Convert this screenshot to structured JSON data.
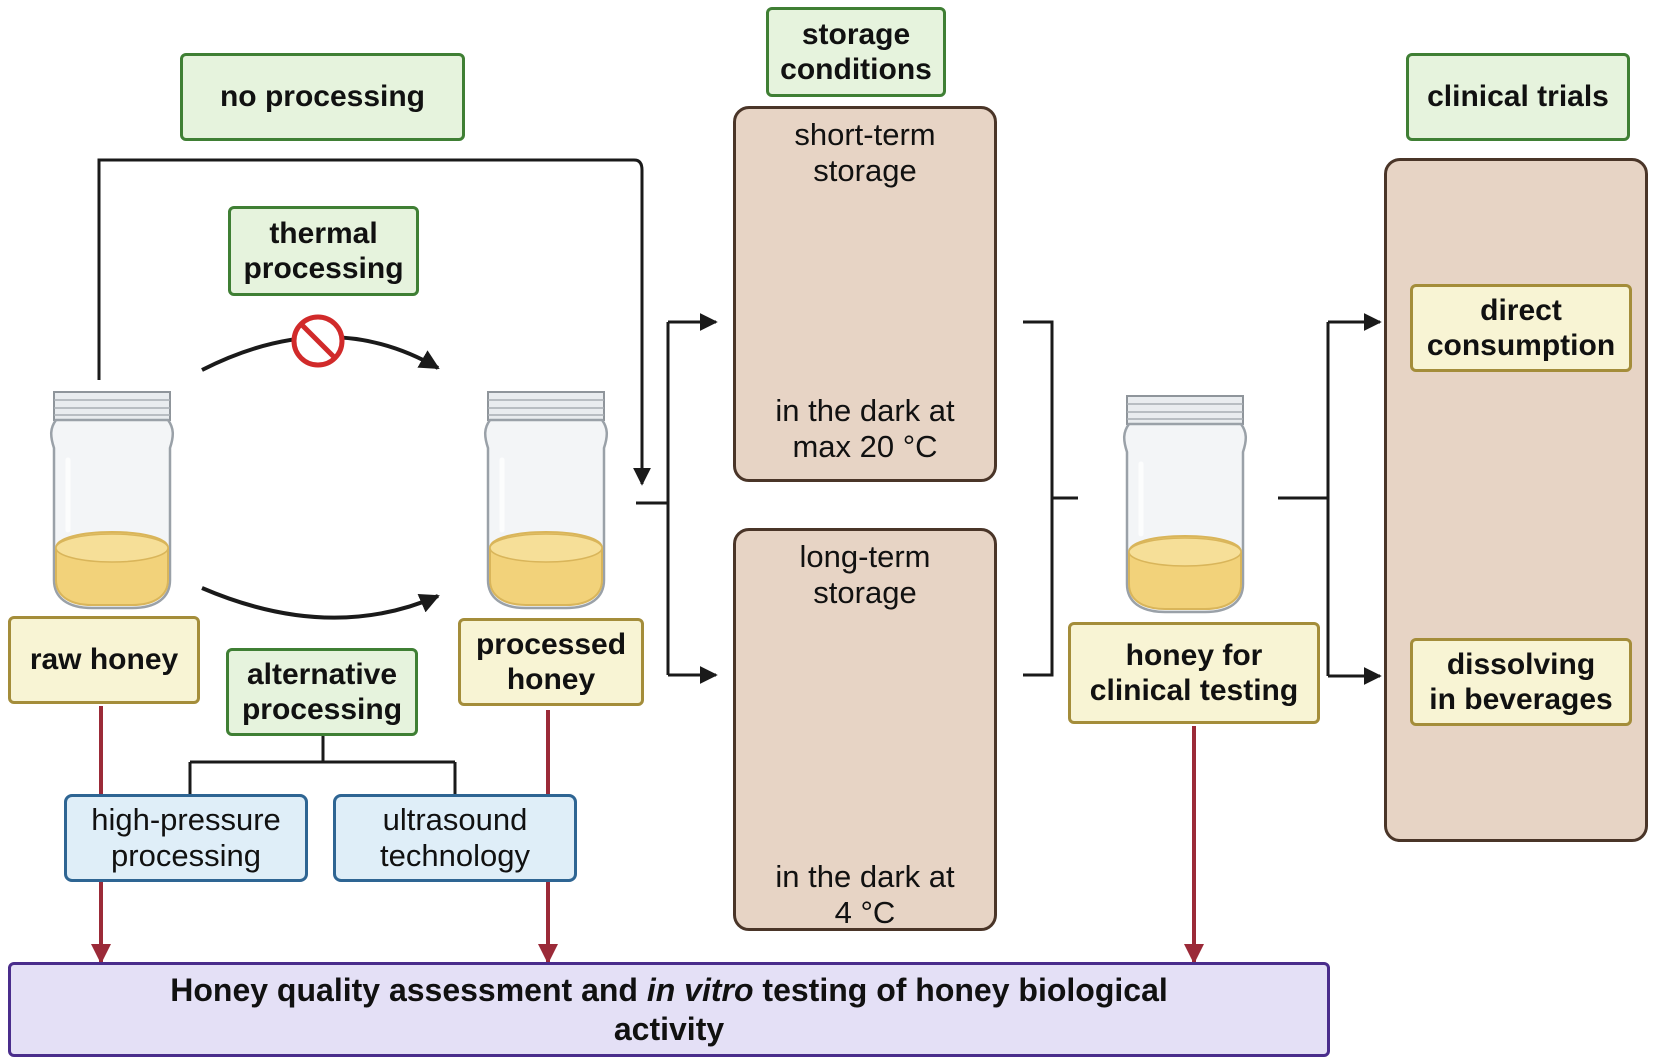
{
  "labels": {
    "no_processing": "no processing",
    "thermal_processing": [
      "thermal",
      "processing"
    ],
    "storage_conditions": [
      "storage",
      "conditions"
    ],
    "clinical_trials": "clinical trials",
    "raw_honey": "raw honey",
    "processed_honey": [
      "processed",
      "honey"
    ],
    "alternative_processing": [
      "alternative",
      "processing"
    ],
    "high_pressure": [
      "high-pressure",
      "processing"
    ],
    "ultrasound": [
      "ultrasound",
      "technology"
    ],
    "honey_clinical_testing": [
      "honey for",
      "clinical testing"
    ],
    "direct_consumption": [
      "direct",
      "consumption"
    ],
    "dissolving_beverages": [
      "dissolving",
      "in beverages"
    ]
  },
  "storage": {
    "short_term": {
      "title": [
        "short-term",
        "storage"
      ],
      "condition": [
        "in the dark at",
        "max 20 °C"
      ]
    },
    "long_term": {
      "title": [
        "long-term",
        "storage"
      ],
      "condition": [
        "in the dark at",
        "4 °C"
      ]
    }
  },
  "bottom": {
    "before": "Honey quality assessment and ",
    "italic": "in vitro",
    "after": " testing of honey biological",
    "line2": "activity"
  },
  "colors": {
    "green_fill": "#e6f3dd",
    "green_border": "#3f7f34",
    "yellow_fill": "#f8f4d4",
    "yellow_border": "#a48d3a",
    "blue_fill": "#dfeef8",
    "blue_border": "#2e6593",
    "panel_fill": "#e7d4c5",
    "panel_border": "#4a3528",
    "red_arrow": "#9b2a38",
    "bottom_fill": "#e4e0f6",
    "bottom_border": "#4a2d8c",
    "honey": "#f2d27a"
  },
  "icons": [
    "honey-jar-icon",
    "no-symbol-icon",
    "incubator-icon",
    "refrigerator-icon",
    "people-group-icon"
  ]
}
